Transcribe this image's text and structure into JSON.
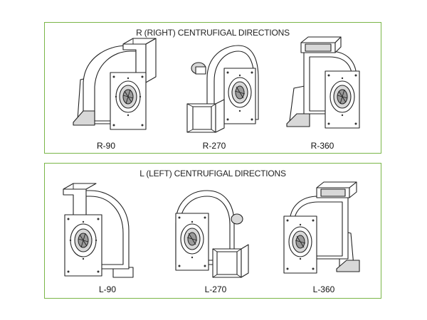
{
  "panels": [
    {
      "title": "R (RIGHT) CENTRUFIGAL DIRECTIONS",
      "items": [
        {
          "label": "R-90",
          "icon": "centrifugal-fan-icon"
        },
        {
          "label": "R-270",
          "icon": "centrifugal-fan-icon"
        },
        {
          "label": "R-360",
          "icon": "centrifugal-fan-icon"
        }
      ]
    },
    {
      "title": "L (LEFT) CENTRUFIGAL DIRECTIONS",
      "items": [
        {
          "label": "L-90",
          "icon": "centrifugal-fan-icon"
        },
        {
          "label": "L-270",
          "icon": "centrifugal-fan-icon"
        },
        {
          "label": "L-360",
          "icon": "centrifugal-fan-icon"
        }
      ]
    }
  ],
  "colors": {
    "panel_border": "#7ab648",
    "line": "#222222"
  }
}
